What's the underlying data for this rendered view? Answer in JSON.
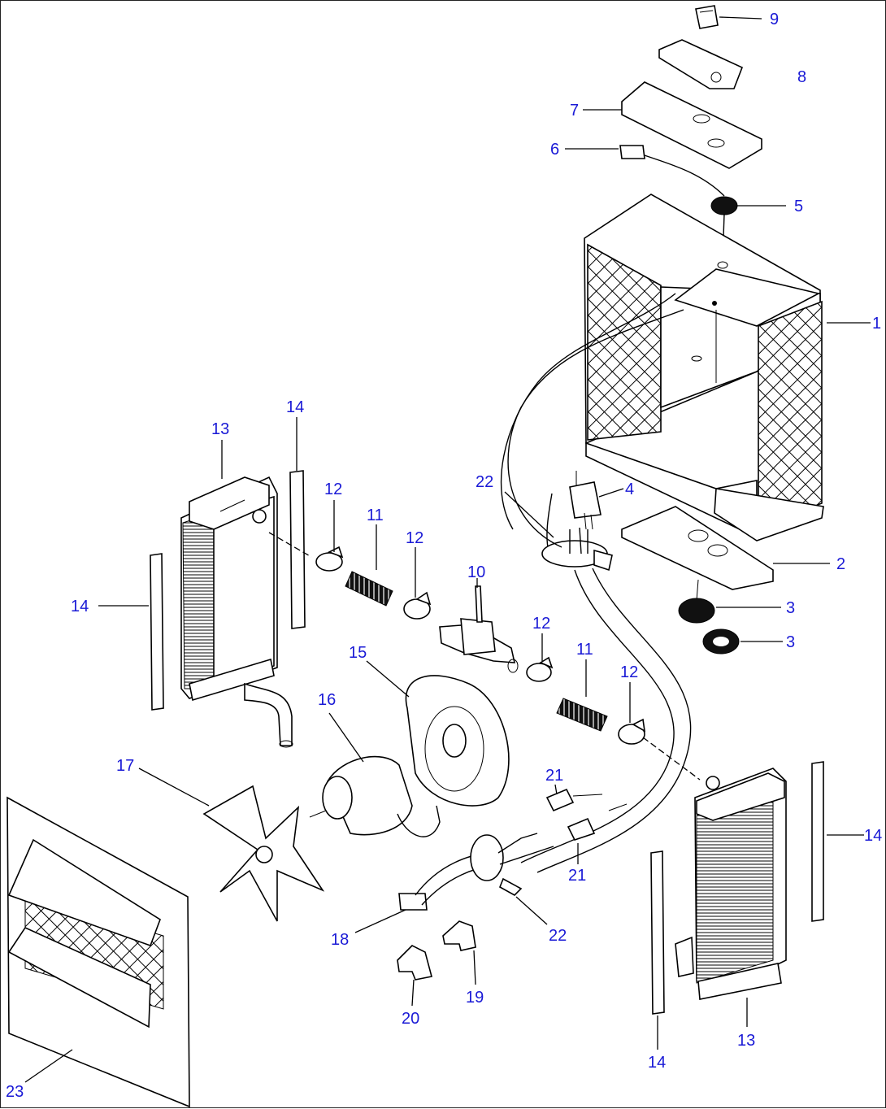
{
  "diagram": {
    "callouts": [
      {
        "id": "c9",
        "label": "9"
      },
      {
        "id": "c8",
        "label": "8"
      },
      {
        "id": "c7",
        "label": "7"
      },
      {
        "id": "c6",
        "label": "6"
      },
      {
        "id": "c5",
        "label": "5"
      },
      {
        "id": "c1",
        "label": "1"
      },
      {
        "id": "c4",
        "label": "4"
      },
      {
        "id": "c22a",
        "label": "22"
      },
      {
        "id": "c2",
        "label": "2"
      },
      {
        "id": "c3a",
        "label": "3"
      },
      {
        "id": "c3b",
        "label": "3"
      },
      {
        "id": "c14a",
        "label": "14"
      },
      {
        "id": "c13a",
        "label": "13"
      },
      {
        "id": "c12a",
        "label": "12"
      },
      {
        "id": "c11a",
        "label": "11"
      },
      {
        "id": "c12b",
        "label": "12"
      },
      {
        "id": "c10",
        "label": "10"
      },
      {
        "id": "c14b",
        "label": "14"
      },
      {
        "id": "c12c",
        "label": "12"
      },
      {
        "id": "c11b",
        "label": "11"
      },
      {
        "id": "c12d",
        "label": "12"
      },
      {
        "id": "c15",
        "label": "15"
      },
      {
        "id": "c16",
        "label": "16"
      },
      {
        "id": "c17",
        "label": "17"
      },
      {
        "id": "c21a",
        "label": "21"
      },
      {
        "id": "c21b",
        "label": "21"
      },
      {
        "id": "c14c",
        "label": "14"
      },
      {
        "id": "c18",
        "label": "18"
      },
      {
        "id": "c22b",
        "label": "22"
      },
      {
        "id": "c19",
        "label": "19"
      },
      {
        "id": "c20",
        "label": "20"
      },
      {
        "id": "c13b",
        "label": "13"
      },
      {
        "id": "c14d",
        "label": "14"
      },
      {
        "id": "c23",
        "label": "23"
      }
    ]
  }
}
